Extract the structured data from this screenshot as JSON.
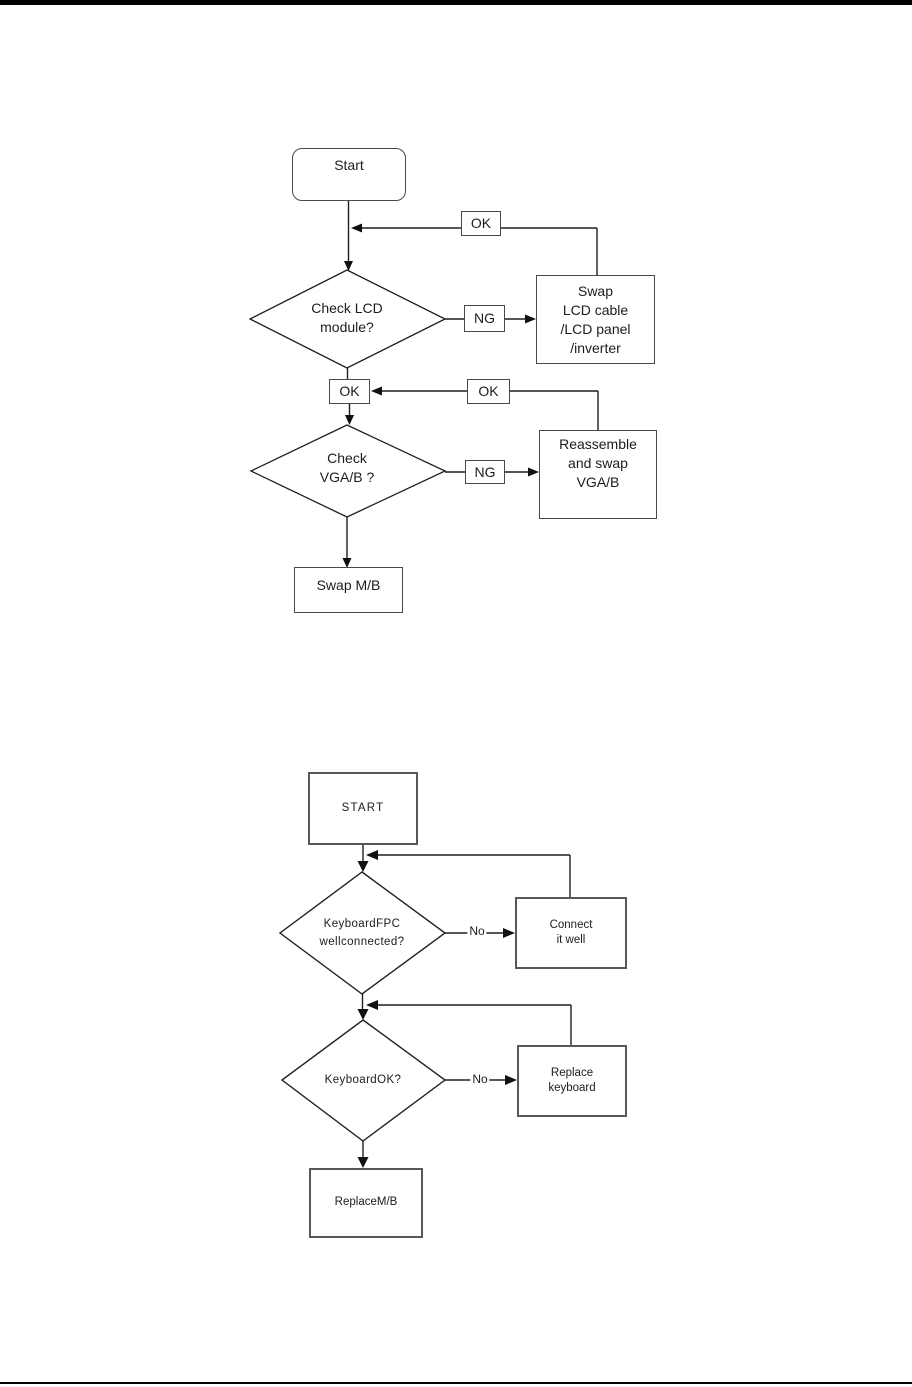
{
  "page": {
    "background": "#ffffff",
    "top_bar_color": "#000000",
    "footer_rule_color": "#000000",
    "ink_color": "#1c1c1c"
  },
  "flowchart_lcd": {
    "start_label": "Start",
    "loop_ok_label": "OK",
    "decision1_line1": "Check LCD",
    "decision1_line2": "module?",
    "ng1_label": "NG",
    "action1_line1": "Swap",
    "action1_line2": "LCD cable",
    "action1_line3": "/LCD panel",
    "action1_line4": "/inverter",
    "ok_left_label": "OK",
    "ok_right_label": "OK",
    "decision2_line1": "Check",
    "decision2_line2": "VGA/B ?",
    "ng2_label": "NG",
    "action2_line1": "Reassemble",
    "action2_line2": "and swap",
    "action2_line3": "VGA/B",
    "end_label": "Swap M/B"
  },
  "flowchart_keyboard": {
    "start_label": "START",
    "decision1_line1": "KeyboardFPC",
    "decision1_line2": "wellconnected?",
    "no1_label": "No",
    "action1_line1": "Connect",
    "action1_line2": "it well",
    "decision2_label": "KeyboardOK?",
    "no2_label": "No",
    "action2_line1": "Replace",
    "action2_line2": "keyboard",
    "end_label": "ReplaceM/B"
  }
}
